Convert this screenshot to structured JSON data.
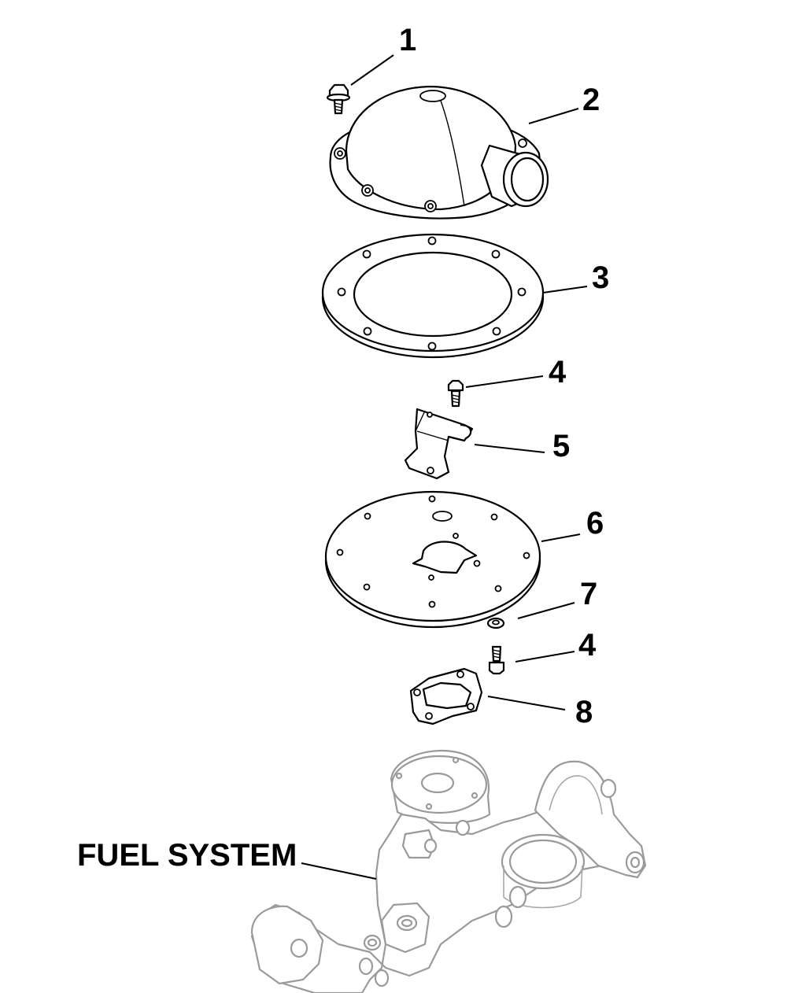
{
  "callouts": {
    "c1": "1",
    "c2": "2",
    "c3": "3",
    "c4a": "4",
    "c5": "5",
    "c6": "6",
    "c7": "7",
    "c4b": "4",
    "c8": "8"
  },
  "assembly_label": "FUEL SYSTEM",
  "colors": {
    "linework": "#000000",
    "reference_assembly": "#9a9a9a",
    "background": "#ffffff"
  }
}
